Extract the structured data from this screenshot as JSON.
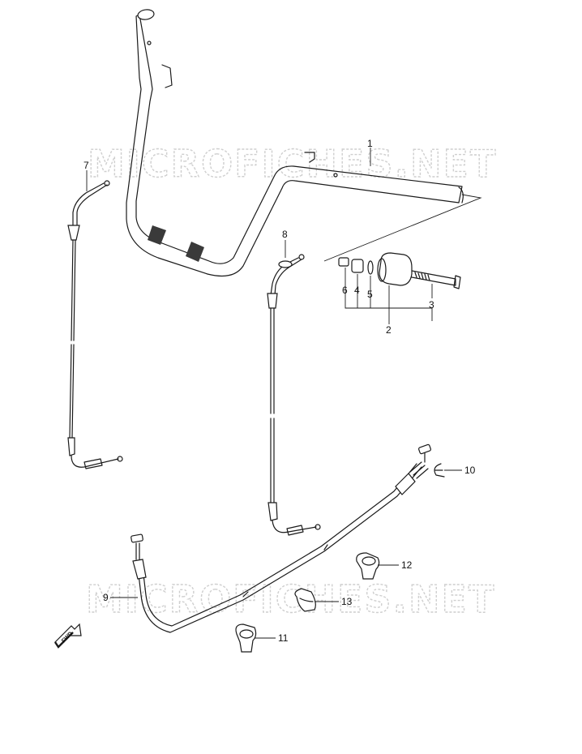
{
  "watermark": {
    "text": "MICROFICHES.NET"
  },
  "fwd_badge": {
    "label": "FWD"
  },
  "callouts": [
    {
      "id": "1",
      "text": "1"
    },
    {
      "id": "2",
      "text": "2"
    },
    {
      "id": "3",
      "text": "3"
    },
    {
      "id": "4",
      "text": "4"
    },
    {
      "id": "5",
      "text": "5"
    },
    {
      "id": "6",
      "text": "6"
    },
    {
      "id": "7",
      "text": "7"
    },
    {
      "id": "8",
      "text": "8"
    },
    {
      "id": "9",
      "text": "9"
    },
    {
      "id": "10",
      "text": "10"
    },
    {
      "id": "11",
      "text": "11"
    },
    {
      "id": "12",
      "text": "12"
    },
    {
      "id": "13",
      "text": "13"
    }
  ]
}
